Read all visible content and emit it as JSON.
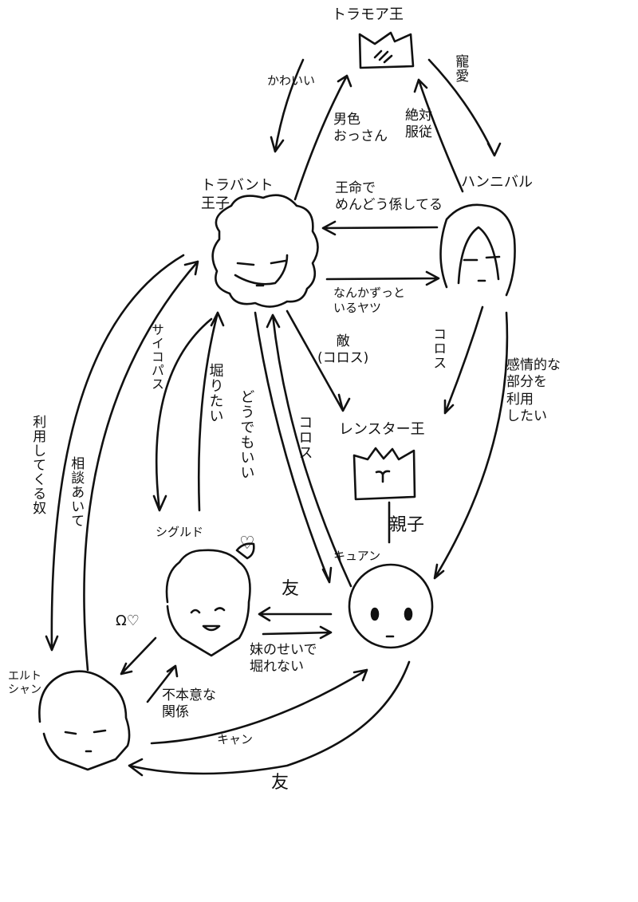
{
  "characters": {
    "trabia_king": "トラモア王",
    "trabant_prince": "トラバント\n王子",
    "hannibal": "ハンニバル",
    "leonster_king": "レンスター王",
    "sigurd": "シグルド",
    "cuan": "キュアン",
    "eltshan": "エルト\nシャン"
  },
  "relations": {
    "king_to_prince": "かわいい",
    "prince_to_king": "男色\nおっさん",
    "hannibal_to_king": "絶対\n服従",
    "king_to_hannibal": "寵愛",
    "hannibal_to_prince": "王命で\nめんどう係してる",
    "prince_to_hannibal": "なんかずっと\nいるヤツ",
    "prince_to_leonster": "敵\n(コロス)",
    "hannibal_to_leonster": "コロス",
    "hannibal_to_cuan": "感情的な\n部分を\n利用\nしたい",
    "prince_to_sigurd": "サイコパス",
    "sigurd_to_prince": "堀りたい",
    "prince_to_cuan": "どうでもいい",
    "cuan_to_prince": "コロス",
    "prince_to_eltshan": "利用してくる奴",
    "eltshan_to_prince": "相談あいて",
    "leonster_cuan": "親子",
    "sigurd_cuan": "友",
    "cuan_to_sigurd": "妹のせいで\n堀れない",
    "eltshan_to_sigurd": "不本意な\n関係",
    "eltshan_to_cuan": "キャン",
    "cuan_to_eltshan": "友",
    "sigurd_heart": "♡",
    "sigurd_omega": "Ω♡"
  }
}
